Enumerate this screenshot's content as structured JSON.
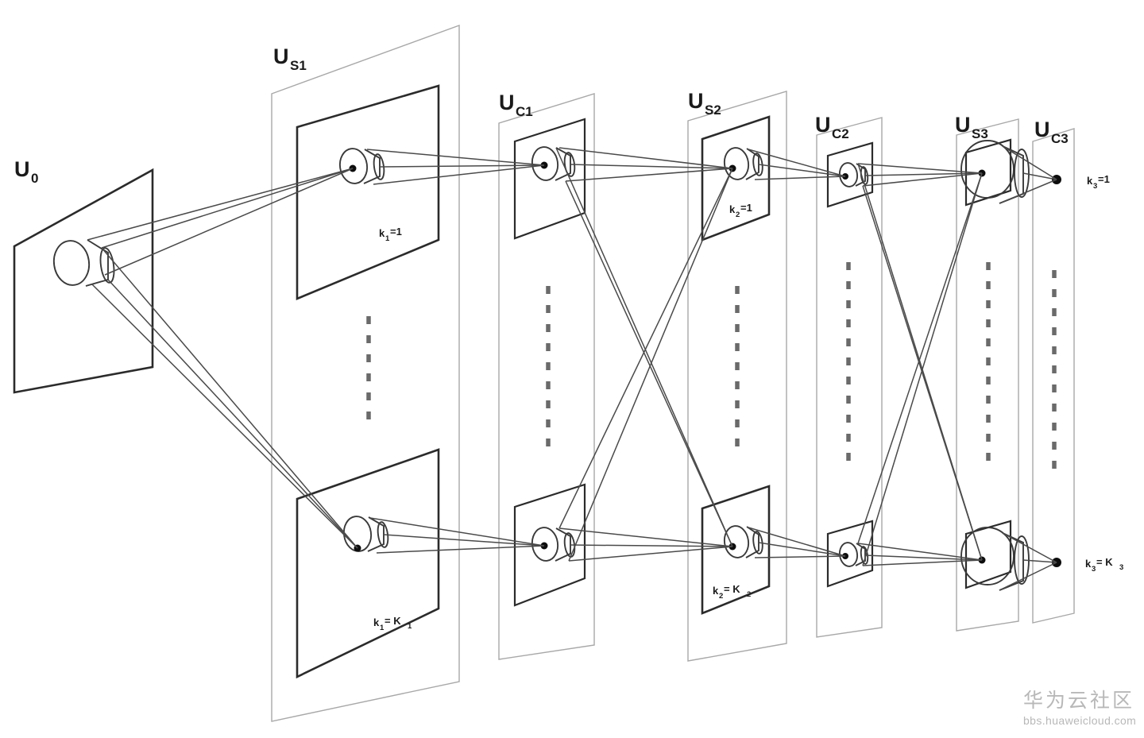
{
  "figure": {
    "title": "Neocognitron hierarchical network architecture",
    "background_color": "#ffffff",
    "line_color": "#2b2b2b",
    "outer_box_color": "#a8a8a8"
  },
  "layers": [
    {
      "id": "u0",
      "label_main": "U",
      "label_sub": "0",
      "kind": "input-plane",
      "planes": 1,
      "cone": true
    },
    {
      "id": "us1",
      "label_main": "U",
      "label_sub": "S1",
      "kind": "simple-cell-layer",
      "planes": 2,
      "plane_top_label_main": "k",
      "plane_top_label_sub": "1",
      "plane_top_label_value": "=1",
      "plane_bottom_label_main": "k",
      "plane_bottom_label_sub": "1",
      "plane_bottom_label_value": "= K",
      "plane_bottom_label_value_sub": "1",
      "ellipsis": true
    },
    {
      "id": "uc1",
      "label_main": "U",
      "label_sub": "C1",
      "kind": "complex-cell-layer",
      "planes": 2,
      "ellipsis": true
    },
    {
      "id": "us2",
      "label_main": "U",
      "label_sub": "S2",
      "kind": "simple-cell-layer",
      "planes": 2,
      "plane_top_label_main": "k",
      "plane_top_label_sub": "2",
      "plane_top_label_value": "=1",
      "plane_bottom_label_main": "k",
      "plane_bottom_label_sub": "2",
      "plane_bottom_label_value": "= K",
      "plane_bottom_label_value_sub": "2",
      "ellipsis": true
    },
    {
      "id": "uc2",
      "label_main": "U",
      "label_sub": "C2",
      "kind": "complex-cell-layer",
      "planes": 2,
      "ellipsis": true
    },
    {
      "id": "us3",
      "label_main": "U",
      "label_sub": "S3",
      "kind": "simple-cell-layer",
      "planes": 2,
      "ellipsis": true
    },
    {
      "id": "uc3",
      "label_main": "U",
      "label_sub": "C3",
      "kind": "output-layer",
      "planes": 2,
      "plane_top_label_main": "k",
      "plane_top_label_sub": "3",
      "plane_top_label_value": "=1",
      "plane_bottom_label_main": "k",
      "plane_bottom_label_sub": "3",
      "plane_bottom_label_value": "= K",
      "plane_bottom_label_value_sub": "3",
      "ellipsis": true
    }
  ],
  "labels": {
    "u0": "U",
    "u0_sub": "0",
    "us1": "U",
    "us1_sub": "S1",
    "uc1": "U",
    "uc1_sub": "C1",
    "us2": "U",
    "us2_sub": "S2",
    "uc2": "U",
    "uc2_sub": "C2",
    "us3": "U",
    "us3_sub": "S3",
    "uc3": "U",
    "uc3_sub": "C3",
    "k1_top": "k",
    "k1_top_sub": "1",
    "k1_top_val": "=1",
    "k1_bot": "k",
    "k1_bot_sub": "1",
    "k1_bot_val": "= K",
    "k1_bot_val_sub": "1",
    "k2_top": "k",
    "k2_top_sub": "2",
    "k2_top_val": "=1",
    "k2_bot": "k",
    "k2_bot_sub": "2",
    "k2_bot_val": "= K",
    "k2_bot_val_sub": "2",
    "k3_top": "k",
    "k3_top_sub": "3",
    "k3_top_val": "=1",
    "k3_bot": "k",
    "k3_bot_sub": "3",
    "k3_bot_val": "= K",
    "k3_bot_val_sub": "3"
  },
  "watermark": {
    "chinese": "华为云社区",
    "url": "bbs.huaweicloud.com",
    "color": "#b8b8b8"
  }
}
